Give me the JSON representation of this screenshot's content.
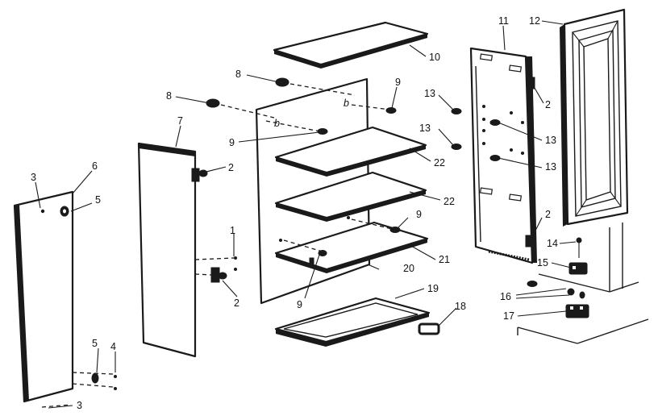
{
  "parts": {
    "p1": "1",
    "p2": "2",
    "p3": "3",
    "p4": "4",
    "p5": "5",
    "p6": "6",
    "p7": "7",
    "p8": "8",
    "p9": "9",
    "p10": "10",
    "p11": "11",
    "p12": "12",
    "p13": "13",
    "p14": "14",
    "p15": "15",
    "p16": "16",
    "p17": "17",
    "p18": "18",
    "p19": "19",
    "p20": "20",
    "p21": "21",
    "p22": "22"
  },
  "colors": {
    "ink": "#1a1a1a",
    "paper": "#ffffff"
  }
}
